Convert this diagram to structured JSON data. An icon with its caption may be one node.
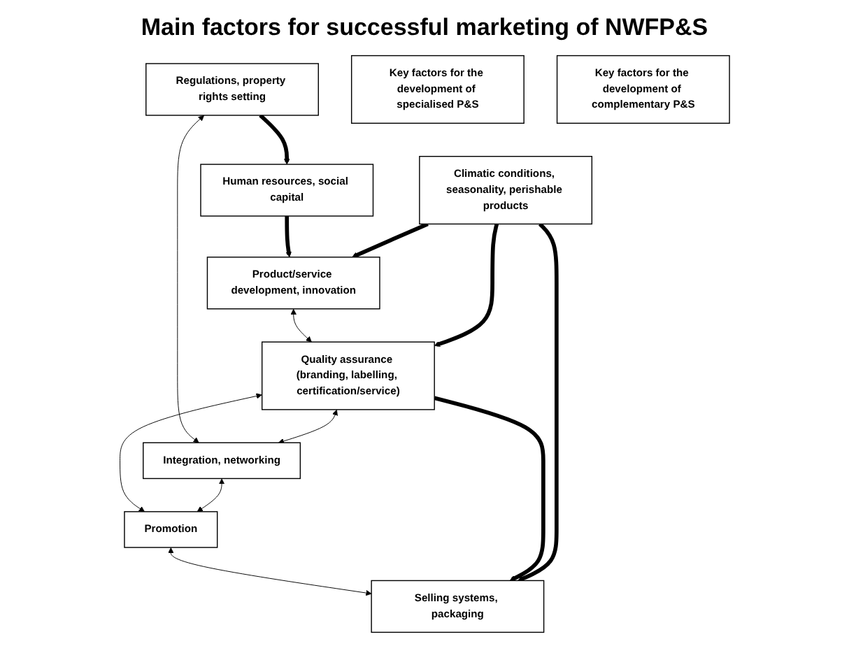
{
  "diagram": {
    "title": "Main factors for successful marketing of NWFP&S",
    "nodes": [
      {
        "text": [
          "Product/service development, innovation"
        ]
      },
      {
        "text": [
          "Climatic conditions, seasonality, perishable products"
        ]
      },
      {
        "text": [
          "Regulations, property rights setting"
        ]
      },
      {
        "text": [
          "Quality assurance (branding, labelling, certification/service)"
        ]
      },
      {
        "text": [
          "Integration, networking"
        ]
      },
      {
        "text": [
          "Promotion"
        ]
      },
      {
        "text": [
          "Human resources, social capital"
        ]
      },
      {
        "text": [
          "Selling systems, packaging"
        ]
      },
      {
        "text": [
          "Key factors for the development of specialised P&S"
        ]
      },
      {
        "text": [
          "Key factors for the development of complementary P&S"
        ]
      }
    ],
    "edges": [
      {
        "from": 6,
        "to": 0,
        "arrow": "to",
        "style": "thick"
      },
      {
        "from": 1,
        "to": 0,
        "arrow": "to",
        "style": "thick"
      },
      {
        "from": 0,
        "to": 3,
        "arrow": "both"
      },
      {
        "from": 1,
        "to": 3,
        "arrow": "to",
        "style": "thick"
      },
      {
        "from": 2,
        "to": 6,
        "arrow": "to",
        "style": "thick"
      },
      {
        "from": 2,
        "to": 4,
        "arrow": "both"
      },
      {
        "from": 3,
        "to": 4,
        "arrow": "both"
      },
      {
        "from": 3,
        "to": 5,
        "arrow": "both"
      },
      {
        "from": 4,
        "to": 5,
        "arrow": "both"
      },
      {
        "from": 5,
        "to": 7,
        "arrow": "both"
      },
      {
        "from": 3,
        "to": 7,
        "arrow": "to",
        "style": "thick"
      },
      {
        "from": 1,
        "to": 7,
        "arrow": "to",
        "style": "thick"
      }
    ]
  }
}
